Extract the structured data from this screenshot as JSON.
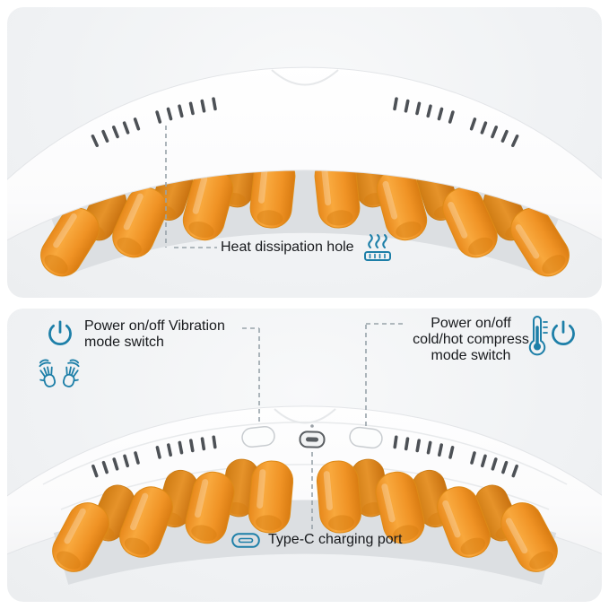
{
  "colors": {
    "accent_blue": "#1d7fa8",
    "callout_line_gray": "#98a3aa",
    "node_orange": "#f09325",
    "panel_bg": "#f0f2f4"
  },
  "top_panel": {
    "heat_callout": {
      "label": "Heat dissipation hole",
      "icon": "heat-waves-icon"
    }
  },
  "bottom_panel": {
    "vibration_callout": {
      "lines": [
        "Power on/off Vibration",
        "mode switch"
      ],
      "icons": [
        "power-icon",
        "vibrating-hands-icon"
      ]
    },
    "compress_callout": {
      "lines": [
        "Power on/off",
        "cold/hot compress",
        "mode switch"
      ],
      "icons": [
        "thermometer-icon",
        "power-icon"
      ]
    },
    "typec_callout": {
      "label": "Type-C charging port",
      "icon": "usb-c-port-icon"
    }
  }
}
